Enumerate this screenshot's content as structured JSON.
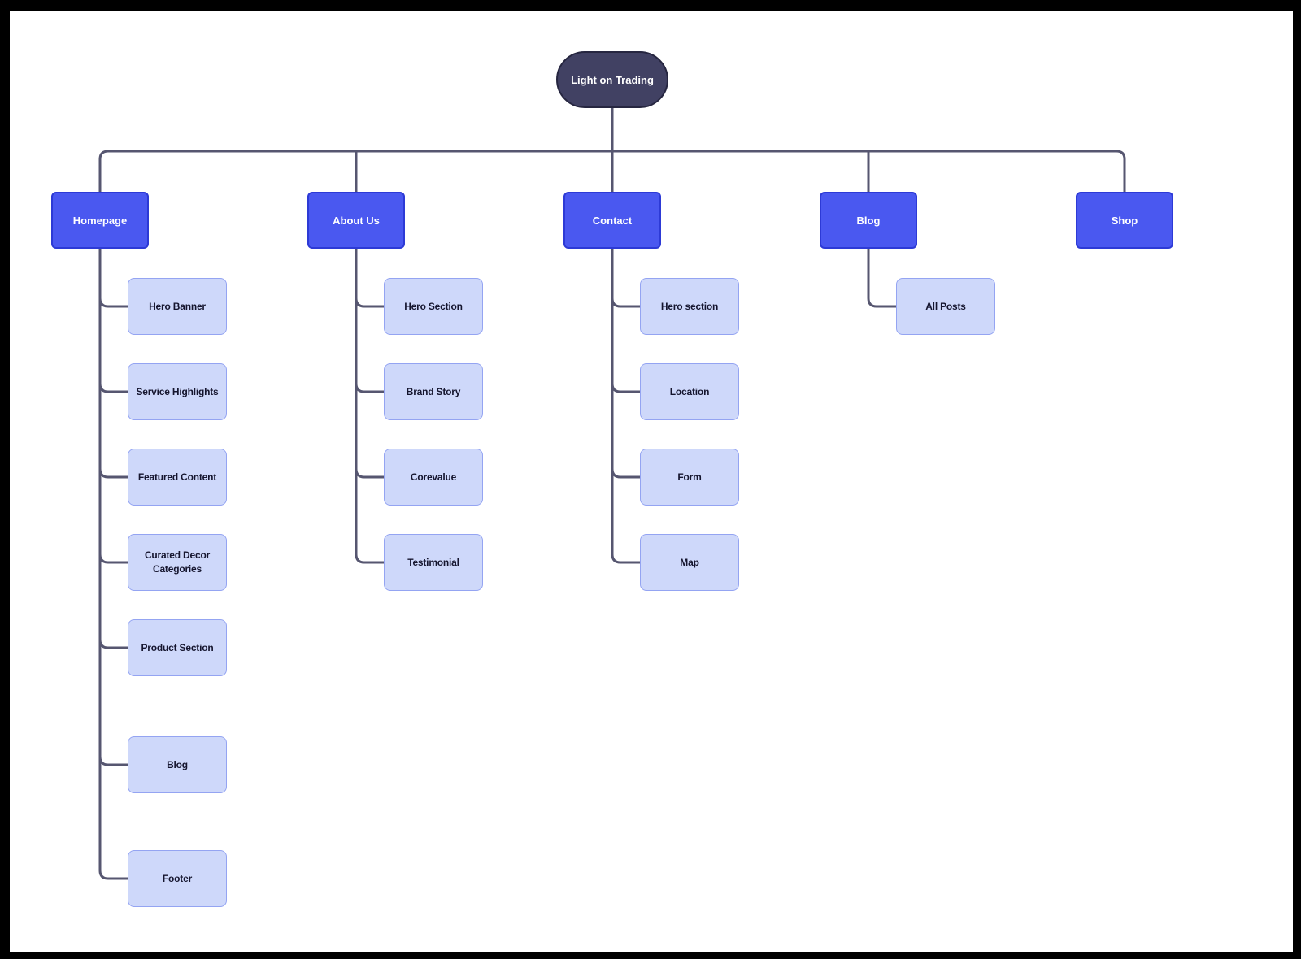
{
  "diagram": {
    "root": {
      "label": "Light on Trading"
    },
    "sections": [
      {
        "label": "Homepage",
        "children": [
          {
            "label": "Hero Banner"
          },
          {
            "label": "Service Highlights"
          },
          {
            "label": "Featured Content"
          },
          {
            "label": "Curated Decor Categories"
          },
          {
            "label": "Product Section"
          },
          {
            "label": "Blog"
          },
          {
            "label": "Footer"
          }
        ]
      },
      {
        "label": "About Us",
        "children": [
          {
            "label": "Hero Section"
          },
          {
            "label": "Brand Story"
          },
          {
            "label": "Corevalue"
          },
          {
            "label": "Testimonial"
          }
        ]
      },
      {
        "label": "Contact",
        "children": [
          {
            "label": "Hero section"
          },
          {
            "label": "Location"
          },
          {
            "label": "Form"
          },
          {
            "label": "Map"
          }
        ]
      },
      {
        "label": "Blog",
        "children": [
          {
            "label": "All Posts"
          }
        ]
      },
      {
        "label": "Shop",
        "children": []
      }
    ]
  },
  "colors": {
    "canvas_bg": "#ffffff",
    "frame_bg": "#000000",
    "root_fill": "#414163",
    "root_border": "#262640",
    "root_text": "#ffffff",
    "section_fill": "#4a58f0",
    "section_border": "#2d3ad6",
    "section_text": "#ffffff",
    "child_fill": "#ced8fa",
    "child_border": "#94a4f2",
    "child_text": "#15152e",
    "connector": "#565670"
  }
}
